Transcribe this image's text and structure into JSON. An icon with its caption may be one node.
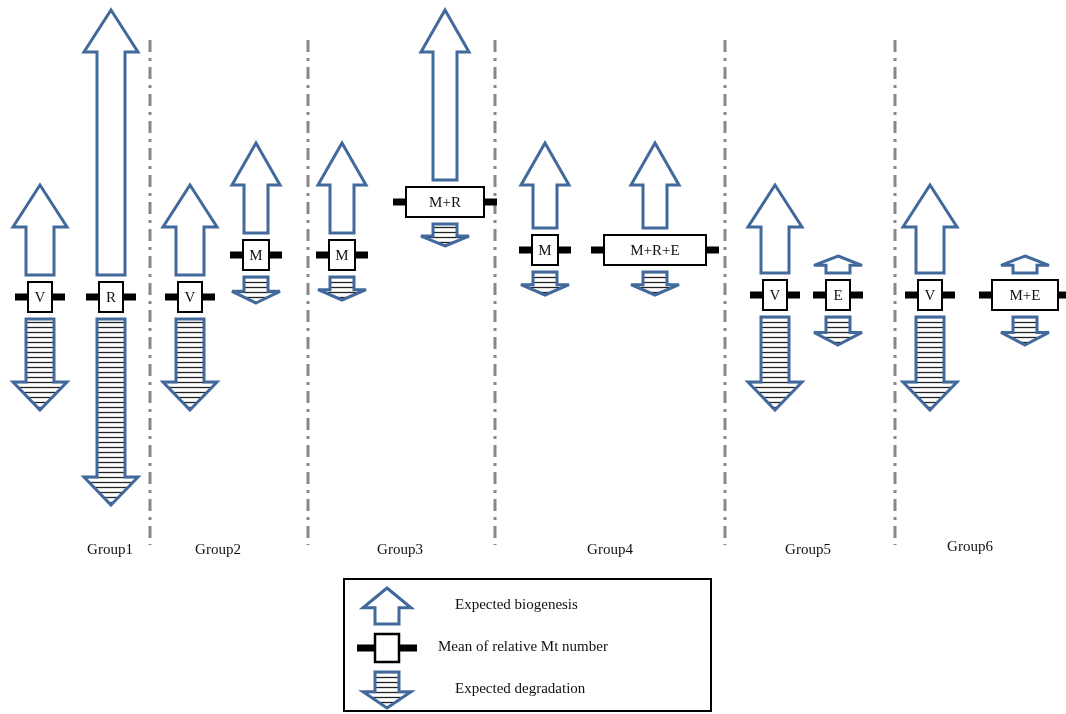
{
  "diagram": {
    "nodes": [
      {
        "text": [
          "V"
        ]
      },
      {
        "text": [
          "R"
        ]
      },
      {
        "text": [
          "V"
        ]
      },
      {
        "text": [
          "M"
        ]
      },
      {
        "text": [
          "M"
        ]
      },
      {
        "text": [
          "M+R"
        ]
      },
      {
        "text": [
          "M"
        ]
      },
      {
        "text": [
          "M+R+E"
        ]
      },
      {
        "text": [
          "V"
        ]
      },
      {
        "text": [
          "E"
        ]
      },
      {
        "text": [
          "V"
        ]
      },
      {
        "text": [
          "M+E"
        ]
      }
    ],
    "edges": [],
    "labels": [
      "Group1",
      "Group2",
      "Group3",
      "Group4",
      "Group5",
      "Group6"
    ],
    "legend": [
      {
        "text": "Expected biogenesis"
      },
      {
        "text": "Mean of relative Mt number"
      },
      {
        "text": "Expected degradation"
      }
    ]
  }
}
